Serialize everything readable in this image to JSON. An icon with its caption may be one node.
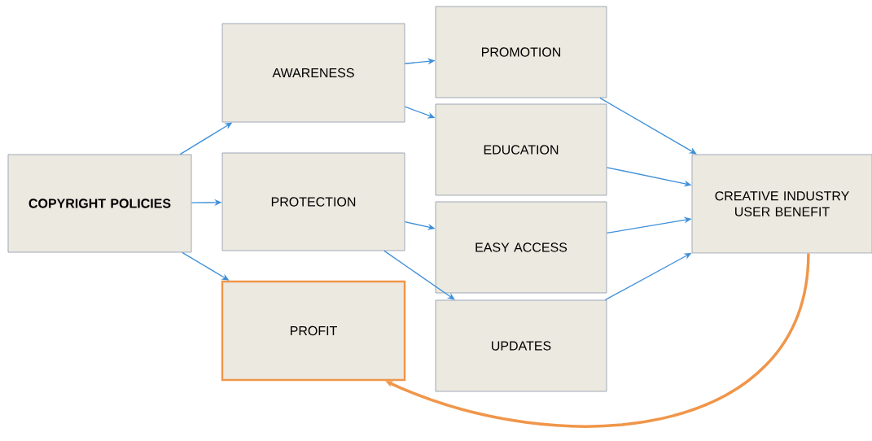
{
  "diagram": {
    "nodes": [
      {
        "text": [
          "COPYRIGHT POLICIES"
        ]
      },
      {
        "text": [
          "AWARENESS"
        ]
      },
      {
        "text": [
          "PROTECTION"
        ]
      },
      {
        "text": [
          "PROFIT"
        ]
      },
      {
        "text": [
          "PROMOTION"
        ]
      },
      {
        "text": [
          "EDUCATION"
        ]
      },
      {
        "text": [
          "EASY ACCESS"
        ]
      },
      {
        "text": [
          "UPDATES"
        ]
      },
      {
        "text": [
          "CREATIVE INDUSTRY USER BENEFIT"
        ]
      }
    ],
    "edges": [
      {
        "from": 0,
        "to": 1,
        "arrow": "to"
      },
      {
        "from": 0,
        "to": 2,
        "arrow": "to"
      },
      {
        "from": 0,
        "to": 3,
        "arrow": "to"
      },
      {
        "from": 1,
        "to": 4,
        "arrow": "to"
      },
      {
        "from": 1,
        "to": 5,
        "arrow": "to"
      },
      {
        "from": 2,
        "to": 6,
        "arrow": "to"
      },
      {
        "from": 2,
        "to": 7,
        "arrow": "to"
      },
      {
        "from": 4,
        "to": 8,
        "arrow": "to"
      },
      {
        "from": 5,
        "to": 8,
        "arrow": "to"
      },
      {
        "from": 6,
        "to": 8,
        "arrow": "to"
      },
      {
        "from": 7,
        "to": 8,
        "arrow": "to"
      },
      {
        "from": 8,
        "to": 3,
        "arrow": "to",
        "style": "thick",
        "color": "#f0964a"
      }
    ]
  }
}
